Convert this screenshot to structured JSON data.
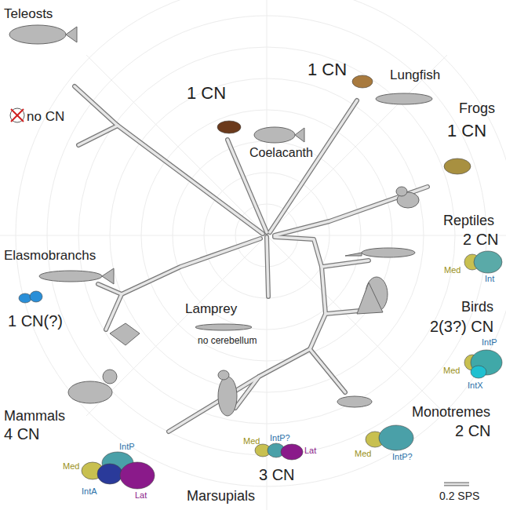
{
  "diagram": {
    "labels": [
      "Teleosts",
      "no CN",
      "1 CN",
      "Coelacanth",
      "1 CN",
      "Lungfish",
      "Frogs",
      "1 CN",
      "Reptiles",
      "2 CN",
      "Med",
      "Int",
      "Birds",
      "2(3?) CN",
      "IntP",
      "Med",
      "IntX",
      "Elasmobranchs",
      "1 CN(?)",
      "Lamprey",
      "no cerebellum",
      "Monotremes",
      "2 CN",
      "Med",
      "IntP?",
      "Mammals",
      "4 CN",
      "IntP",
      "Med",
      "IntA",
      "Lat",
      "Marsupials",
      "3 CN",
      "Med",
      "IntP?",
      "Lat",
      "0.2 SPS"
    ]
  }
}
